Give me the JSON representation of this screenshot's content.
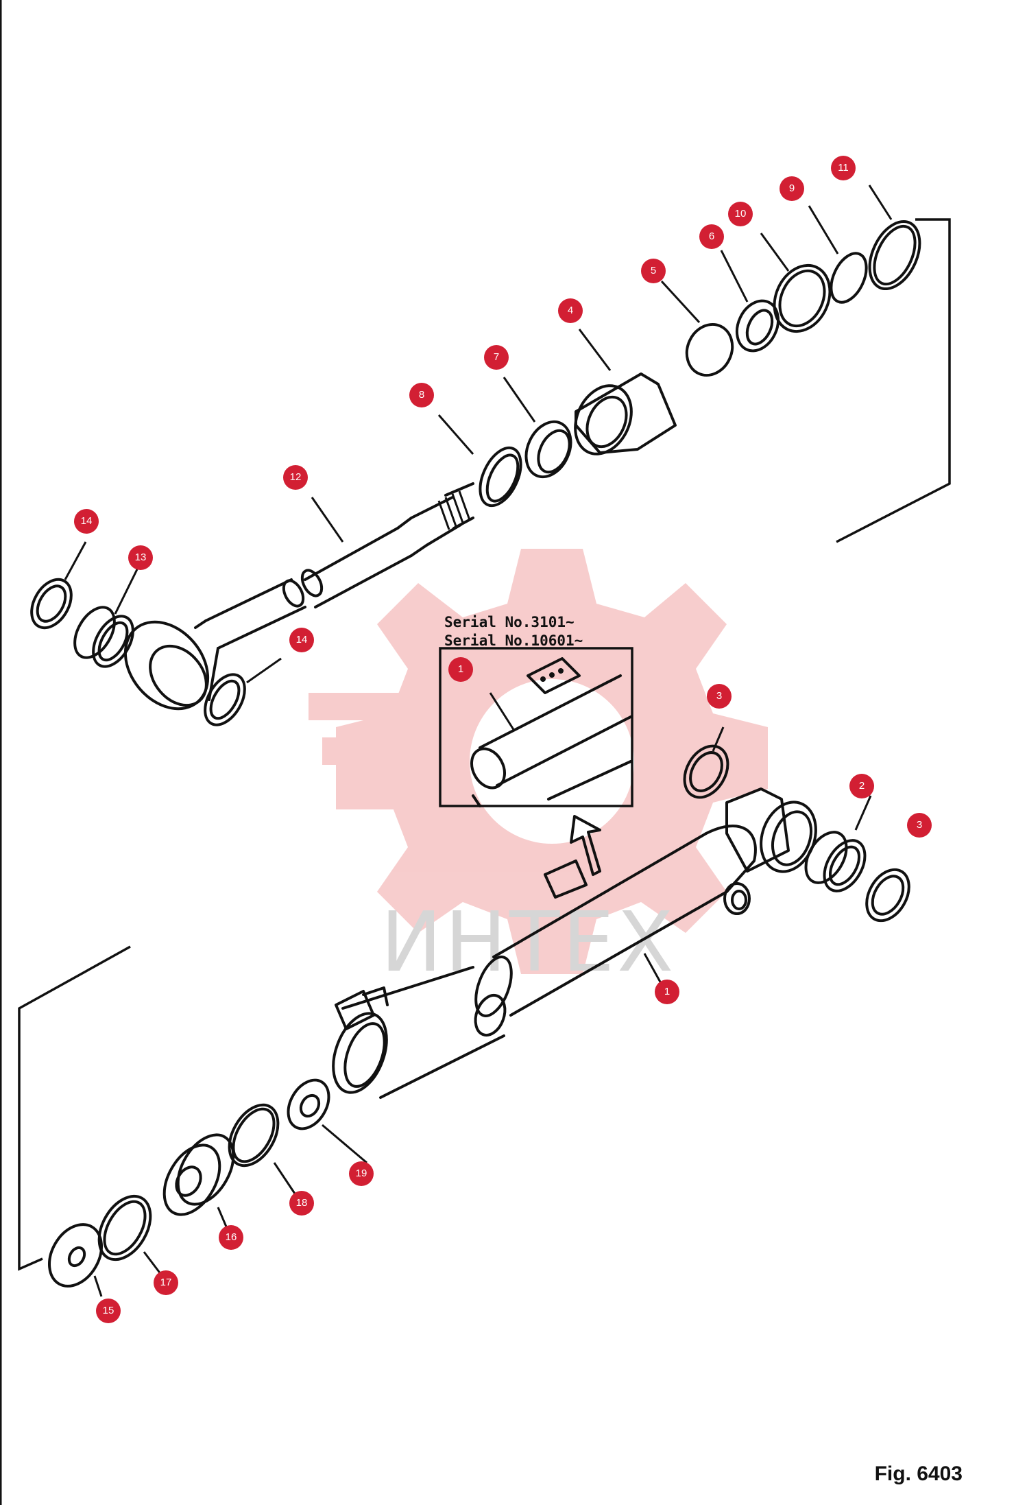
{
  "watermark": {
    "text": "ИНТЕХ",
    "color": "#f3b8b8"
  },
  "inset": {
    "serial_line1": "Serial No.3101~",
    "serial_line2": "Serial No.10601~"
  },
  "figure_label": "Fig. 6403",
  "callout_color": "#d21f33",
  "callouts": [
    {
      "id": "c1-inset",
      "label": "1"
    },
    {
      "id": "c1",
      "label": "1"
    },
    {
      "id": "c2",
      "label": "2"
    },
    {
      "id": "c3-upper",
      "label": "3"
    },
    {
      "id": "c3-lower",
      "label": "3"
    },
    {
      "id": "c4",
      "label": "4"
    },
    {
      "id": "c5",
      "label": "5"
    },
    {
      "id": "c6",
      "label": "6"
    },
    {
      "id": "c7",
      "label": "7"
    },
    {
      "id": "c8",
      "label": "8"
    },
    {
      "id": "c9",
      "label": "9"
    },
    {
      "id": "c10",
      "label": "10"
    },
    {
      "id": "c11",
      "label": "11"
    },
    {
      "id": "c12",
      "label": "12"
    },
    {
      "id": "c13",
      "label": "13"
    },
    {
      "id": "c14-left",
      "label": "14"
    },
    {
      "id": "c14-right",
      "label": "14"
    },
    {
      "id": "c15",
      "label": "15"
    },
    {
      "id": "c16",
      "label": "16"
    },
    {
      "id": "c17",
      "label": "17"
    },
    {
      "id": "c18",
      "label": "18"
    },
    {
      "id": "c19",
      "label": "19"
    }
  ]
}
